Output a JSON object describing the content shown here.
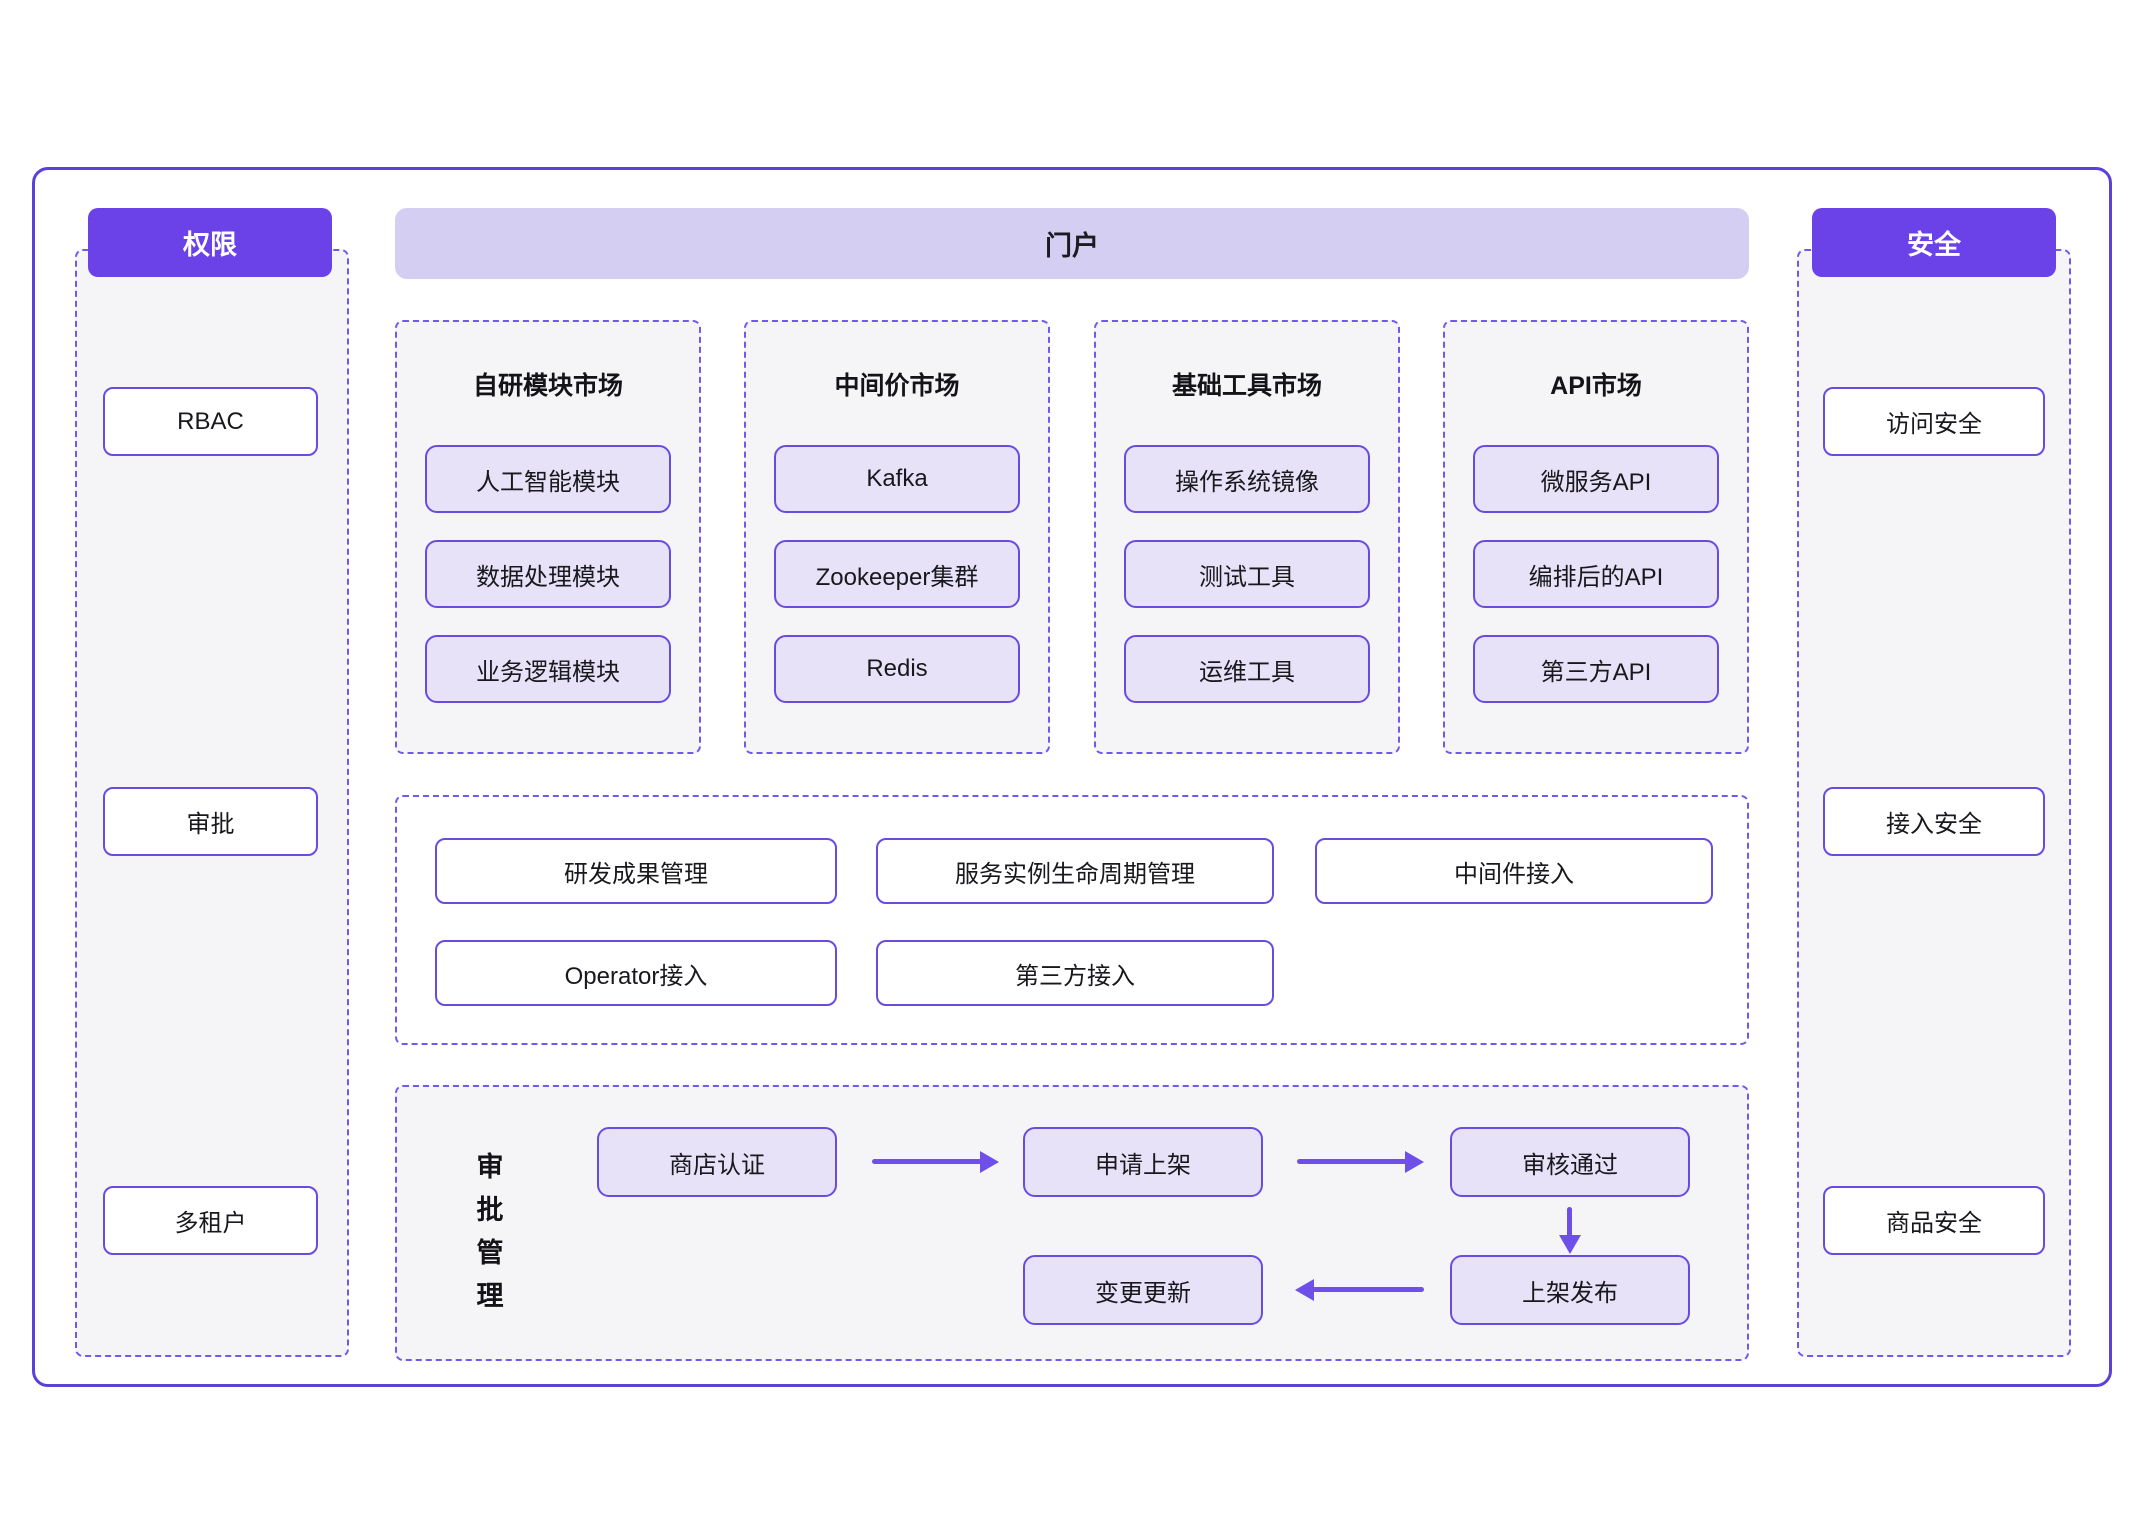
{
  "colors": {
    "accent_purple": "#6b41e8",
    "node_border_purple": "#6a4be0",
    "dashed_border_purple": "#7358ee",
    "outer_border_purple": "#5c40da",
    "portal_bar_bg": "#d5cef3",
    "node_lavender_bg": "#e7e2f8",
    "panel_bg": "#f5f5f8",
    "arrow_purple": "#6f4fea",
    "text": "#18181d"
  },
  "permissions": {
    "header": "权限",
    "items": [
      "RBAC",
      "审批",
      "多租户"
    ]
  },
  "security": {
    "header": "安全",
    "items": [
      "访问安全",
      "接入安全",
      "商品安全"
    ]
  },
  "portal": {
    "header": "门户",
    "markets": [
      {
        "title": "自研模块市场",
        "items": [
          "人工智能模块",
          "数据处理模块",
          "业务逻辑模块"
        ]
      },
      {
        "title": "中间价市场",
        "items": [
          "Kafka",
          "Zookeeper集群",
          "Redis"
        ]
      },
      {
        "title": "基础工具市场",
        "items": [
          "操作系统镜像",
          "测试工具",
          "运维工具"
        ]
      },
      {
        "title": "API市场",
        "items": [
          "微服务API",
          "编排后的API",
          "第三方API"
        ]
      }
    ],
    "management": {
      "row1": [
        "研发成果管理",
        "服务实例生命周期管理",
        "中间件接入"
      ],
      "row2": [
        "Operator接入",
        "第三方接入"
      ]
    },
    "approval": {
      "label": "审批管理",
      "label_chars": [
        "审",
        "批",
        "管",
        "理"
      ],
      "steps": [
        "商店认证",
        "申请上架",
        "审核通过",
        "上架发布",
        "变更更新"
      ]
    }
  }
}
